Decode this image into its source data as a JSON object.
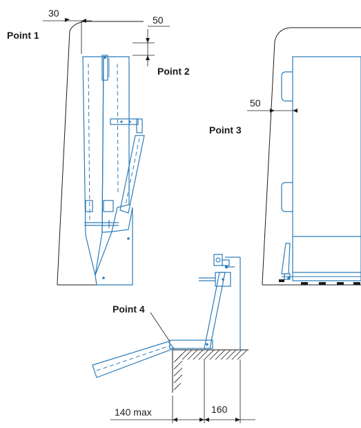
{
  "labels": {
    "point1": "Point 1",
    "point2": "Point 2",
    "point3": "Point 3",
    "point4": "Point 4"
  },
  "dimensions": {
    "d1": "30",
    "d2": "50",
    "d3": "50",
    "d4": "140 max",
    "d5": "160"
  },
  "colors": {
    "line": "#1a1a1a",
    "equipment": "#2a7ab8"
  }
}
